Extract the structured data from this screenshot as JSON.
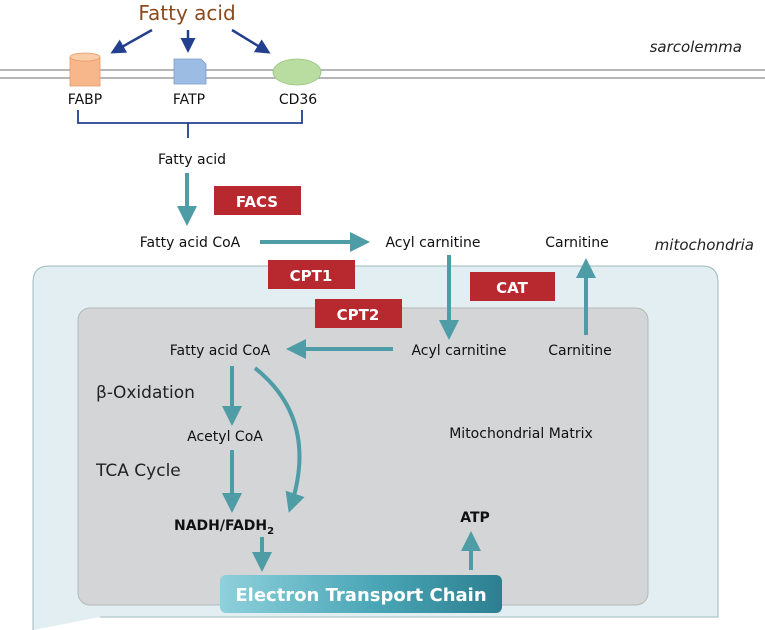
{
  "membrane": {
    "top_molecule": "Fatty acid",
    "label": "sarcolemma",
    "transporters": [
      "FABP",
      "FATP",
      "CD36"
    ]
  },
  "cytosol": {
    "fatty_acid": "Fatty acid",
    "fatty_acid_coa": "Fatty acid CoA",
    "acyl_carnitine": "Acyl carnitine",
    "carnitine": "Carnitine",
    "mito_label": "mitochondria"
  },
  "enzymes": {
    "facs": "FACS",
    "cpt1": "CPT1",
    "cpt2": "CPT2",
    "cat": "CAT"
  },
  "matrix": {
    "fatty_acid_coa": "Fatty acid CoA",
    "acyl_carnitine": "Acyl carnitine",
    "carnitine": "Carnitine",
    "beta_oxidation": "β-Oxidation",
    "acetyl_coa": "Acetyl CoA",
    "tca_cycle": "TCA Cycle",
    "nadh": "NADH/FADH",
    "nadh_sub": "2",
    "atp": "ATP",
    "matrix_label": "Mitochondrial Matrix",
    "etc": "Electron Transport Chain"
  },
  "colors": {
    "enzyme_red": "#b8282f",
    "teal_arrow": "#4e9ca6",
    "navy_arrow": "#23408e",
    "fatty_acid_text": "#8b4a1c",
    "outer_mito": "#e2eef1",
    "inner_matrix": "#d3d5d6"
  }
}
